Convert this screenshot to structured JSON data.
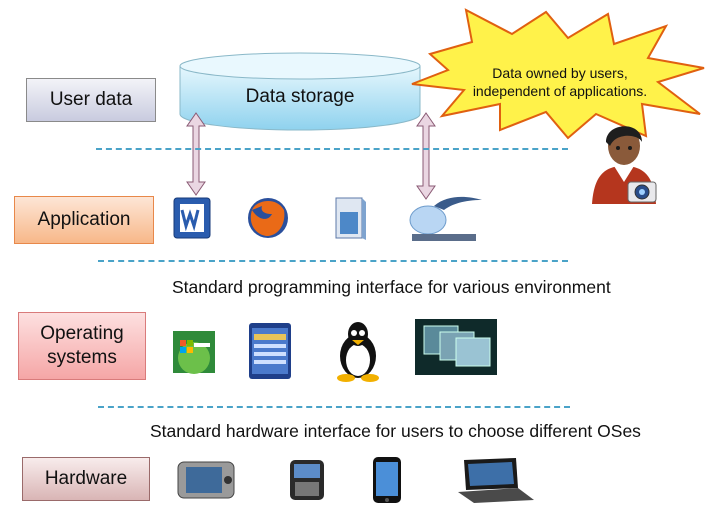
{
  "layers": {
    "user_data": "User data",
    "application": "Application",
    "operating_systems": "Operating\nsystems",
    "hardware": "Hardware"
  },
  "storage": {
    "label": "Data storage"
  },
  "callout": {
    "text": "Data owned by users, independent of applications."
  },
  "interfaces": {
    "programming": "Standard programming interface for various environment",
    "hardware": "Standard hardware interface for users to choose different OSes"
  },
  "icons": {
    "applications": [
      "word-icon",
      "firefox-icon",
      "office-box-icon",
      "openoffice-icon"
    ],
    "operating_systems": [
      "windows-mobile-icon",
      "smartphone-os-icon",
      "linux-penguin-icon",
      "desktop-os-icon"
    ],
    "hardware": [
      "communicator-device-icon",
      "blackberry-icon",
      "iphone-icon",
      "laptop-icon"
    ]
  },
  "colors": {
    "dash": "#4aa3c8",
    "storage": "#bfe8f8",
    "callout": "#fff24a",
    "arrow": "#d7b4c8"
  }
}
